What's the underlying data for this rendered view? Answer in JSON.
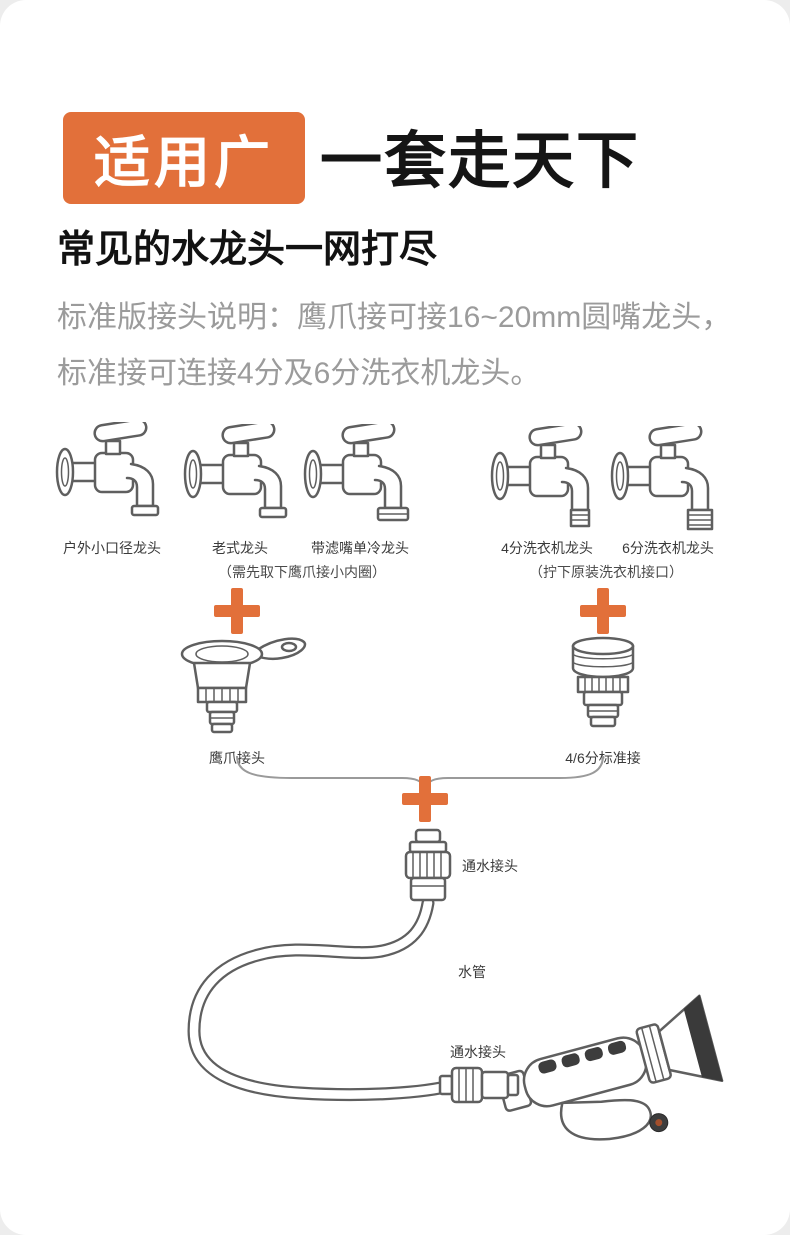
{
  "colors": {
    "accent": "#e2703a",
    "title_text": "#151515",
    "paragraph_text": "#9b9b9b",
    "line_art": "#5f5f5f"
  },
  "header": {
    "badge": "适用广",
    "title": "一套走天下"
  },
  "section": {
    "subtitle": "常见的水龙头一网打尽",
    "desc_line1": "标准版接头说明：鹰爪接可接16~20mm圆嘴龙头，",
    "desc_line2": "标准接可连接4分及6分洗衣机龙头。"
  },
  "diagram": {
    "plus_symbol": "+",
    "left_group": {
      "faucet_labels": [
        "户外小口径龙头",
        "老式龙头",
        "带滤嘴单冷龙头"
      ],
      "note": "（需先取下鹰爪接小内圈）",
      "connector_label": "鹰爪接头"
    },
    "right_group": {
      "faucet_labels": [
        "4分洗衣机龙头",
        "6分洗衣机龙头"
      ],
      "note": "（拧下原装洗衣机接口）",
      "connector_label": "4/6分标准接"
    },
    "quick_connector_label": "通水接头",
    "hose_label": "水管",
    "gun_connector_label": "通水接头"
  }
}
